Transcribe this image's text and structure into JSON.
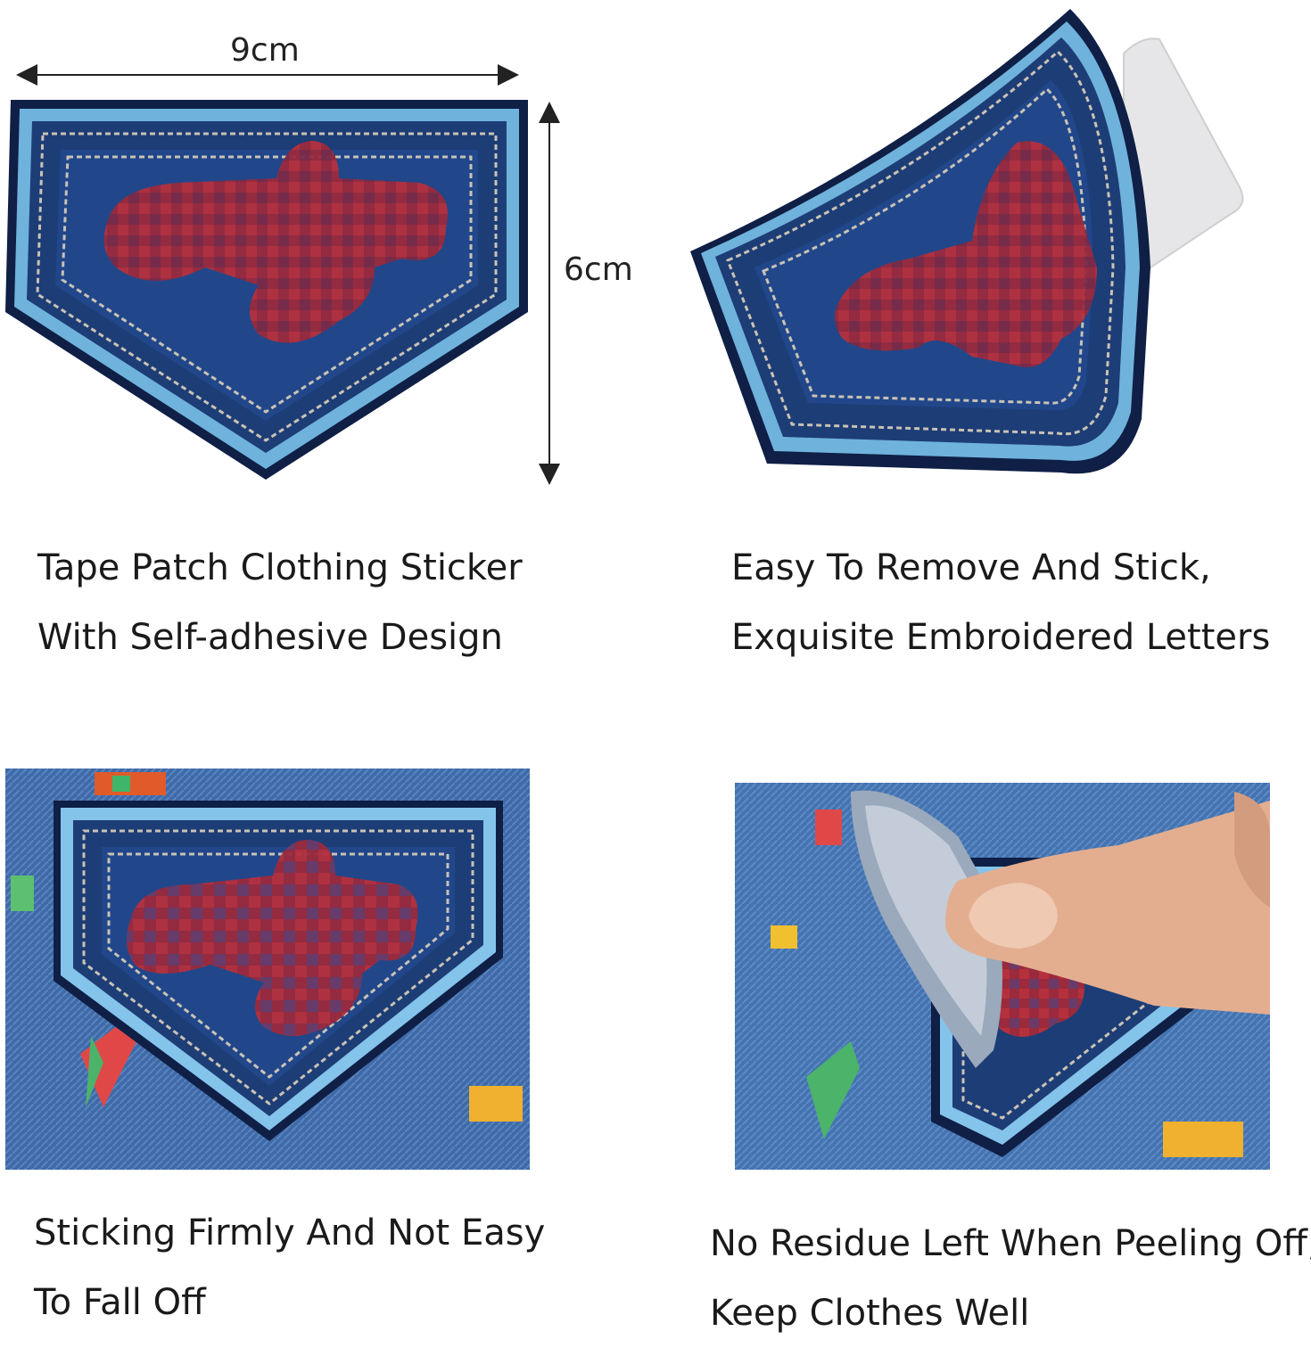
{
  "dimensions": {
    "width_label": "9cm",
    "height_label": "6cm"
  },
  "panels": [
    {
      "caption_line1": "Tape Patch Clothing Sticker",
      "caption_line2": "With Self-adhesive Design"
    },
    {
      "caption_line1": "Easy To Remove And Stick,",
      "caption_line2": "Exquisite Embroidered Letters"
    },
    {
      "caption_line1": "Sticking Firmly And Not Easy",
      "caption_line2": "To Fall Off"
    },
    {
      "caption_line1": "No Residue Left When Peeling Off,",
      "caption_line2": "Keep Clothes Well"
    }
  ],
  "colors": {
    "patch_navy": "#1d3d76",
    "patch_border_light": "#6fb2dc",
    "patch_edge_dark": "#0f1f45",
    "stitch": "#c9c2b6",
    "pixelated_red": "#a0283a",
    "denim": "#3f6aa8",
    "skin": "#e7b79a"
  },
  "icons": [
    "dimension-arrow-horizontal",
    "dimension-arrow-vertical",
    "patch-image",
    "peel-backing-image",
    "finger-image"
  ]
}
